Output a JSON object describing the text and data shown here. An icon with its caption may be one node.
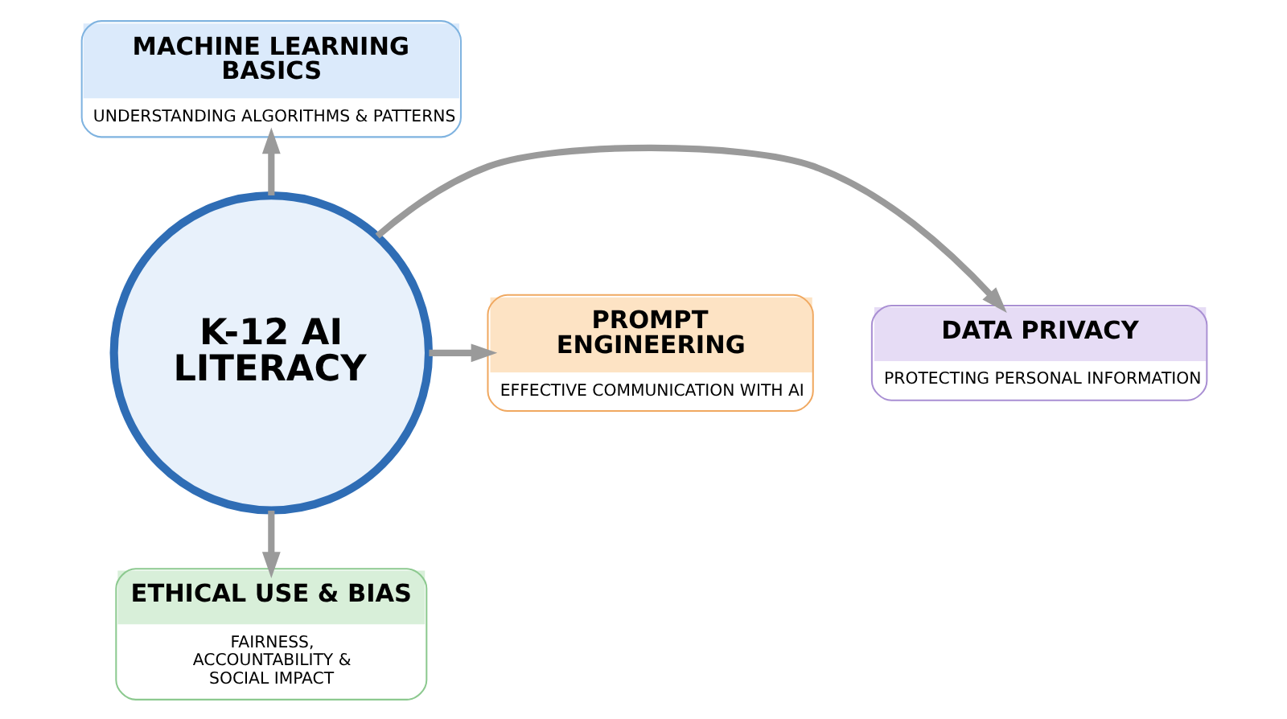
{
  "diagram": {
    "nodes": [
      {
        "text": [
          "MACHINE LEARNING BASICS",
          "UNDERSTANDING ALGORITHMS & PATTERNS"
        ]
      },
      {
        "text": [
          "DATA PRIVACY",
          "PROTECTING PERSONAL INFORMATION"
        ]
      },
      {
        "text": [
          "K-12 AI LITERACY"
        ]
      },
      {
        "text": [
          "PROMPT ENGINEERING",
          "EFFECTIVE COMMUNICATION WITH AI"
        ]
      },
      {
        "text": [
          "ETHICAL USE & BIAS",
          "FAIRNESS, ACCOUNTABILITY & SOCIAL IMPACT"
        ]
      }
    ],
    "edges": [
      {
        "from": 2,
        "to": 0,
        "arrow": "to"
      },
      {
        "from": 2,
        "to": 1,
        "arrow": "to"
      },
      {
        "from": 2,
        "to": 3,
        "arrow": "to"
      },
      {
        "from": 2,
        "to": 4,
        "arrow": "to"
      }
    ]
  }
}
